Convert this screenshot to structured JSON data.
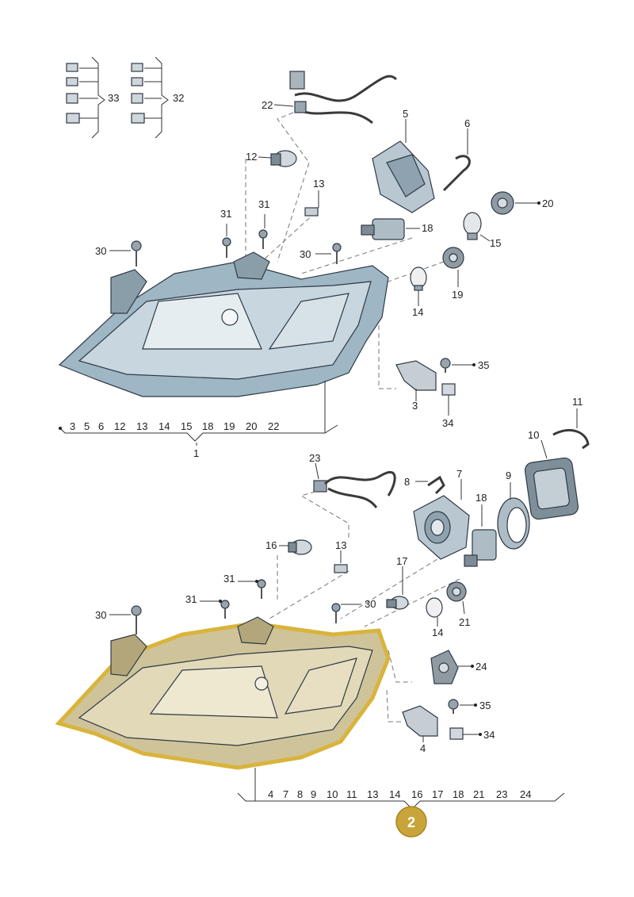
{
  "assemblies": [
    {
      "id": "1",
      "included_parts": [
        "3",
        "5",
        "6",
        "12",
        "13",
        "14",
        "15",
        "18",
        "19",
        "20",
        "22"
      ]
    },
    {
      "id": "2",
      "included_parts": [
        "4",
        "7",
        "8",
        "9",
        "10",
        "11",
        "13",
        "14",
        "16",
        "17",
        "18",
        "21",
        "23",
        "24"
      ]
    }
  ],
  "callouts_upper": [
    "33",
    "32",
    "22",
    "5",
    "6",
    "12",
    "13",
    "31",
    "31",
    "30",
    "30",
    "18",
    "20",
    "15",
    "14",
    "19",
    "35",
    "3",
    "34"
  ],
  "callouts_lower": [
    "23",
    "8",
    "7",
    "11",
    "10",
    "9",
    "18",
    "16",
    "13",
    "17",
    "31",
    "31",
    "30",
    "30",
    "14",
    "21",
    "24",
    "35",
    "4",
    "34"
  ],
  "colors": {
    "upper_housing": "#9fb6c4",
    "lower_housing": "#cfc39a",
    "lower_glow": "#d9b43c",
    "badge_fill": "#c9a43a",
    "line": "#333333"
  }
}
